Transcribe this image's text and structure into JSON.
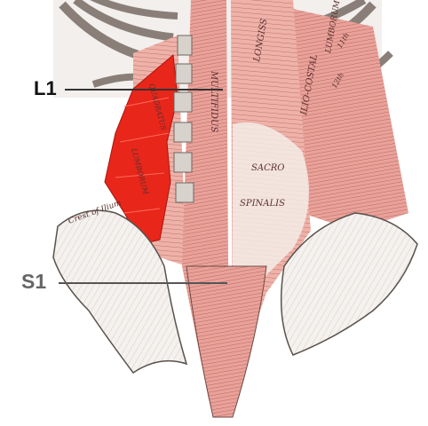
{
  "labels": {
    "l1": "L1",
    "s1": "S1"
  },
  "engraving_text": {
    "multifidus": "MULTIFIDUS",
    "longissimus": "LONGISS",
    "iliocostalis": "ILIO-COSTAL",
    "lumborum": "LUMBORUM",
    "sacro": "SACRO",
    "spinalis": "SPINALIS",
    "quadratus": "QUADRATUS",
    "lumborum_left": "LUMBORUM",
    "crest": "Crest of Ilium",
    "rib_label": "11th",
    "rib_label_2": "12th"
  },
  "colors": {
    "highlight_muscle": "#e8261a",
    "muscle_tint": "#e9a29a",
    "bone": "#f4f1ee",
    "ink": "#333333"
  }
}
